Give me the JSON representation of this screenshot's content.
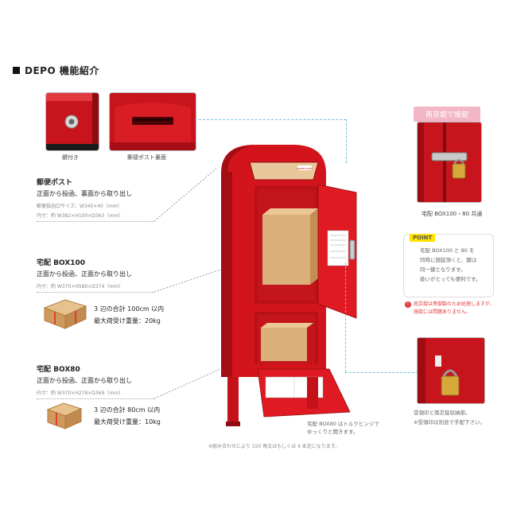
{
  "header": {
    "title": "DEPO 機能紹介"
  },
  "top_thumbs": {
    "lock_caption": "鍵付き",
    "back_caption": "郵便ポスト裏面"
  },
  "post": {
    "heading": "郵便ポスト",
    "sub": "正面から投函、裏面から取り出し",
    "line1": "郵便投函口サイズ：W340×40（mm）",
    "line2": "内寸：約 W382×H100×D363（mm）"
  },
  "box100": {
    "heading": "宅配 BOX100",
    "sub": "正面から投函、正面から取り出し",
    "line1": "内寸：約 W370×H580×D374（mm）",
    "spec1": "3 辺の合計 100cm 以内",
    "spec2": "最大荷受け重量：20kg"
  },
  "box80": {
    "heading": "宅配 BOX80",
    "sub": "正面から投函、正面から取り出し",
    "line1": "内寸：約 W370×H278×D369（mm）",
    "spec1": "3 辺の合計 80cm 以内",
    "spec2": "最大荷受け重量：10kg"
  },
  "right": {
    "padlock_label": "南京錠で施錠",
    "padlock_caption": "宅配 BOX100・80 共通",
    "point_tag": "POINT",
    "point_l1": "宅配 BOX100 と 80 を",
    "point_l2": "同時に施錠頂くと、鍵は",
    "point_l3": "同一鍵となります。",
    "point_l4": "扱いがとっても便利です。",
    "warn_l1": "南京錠は貴御製のため処理しますが、",
    "warn_l2": "施錠には問題ありません。",
    "inner_l1": "受領印と南京錠収納部。",
    "inner_l2": "※受領印は別途で手配下さい。"
  },
  "center": {
    "hinge_l1": "宅配 BOX80 はトルクヒンジで",
    "hinge_l2": "ゆっくりと開きます。",
    "footnote": "※組み合わせにより 150 角又はもしくは 4 本足になります。",
    "brand": "GREEN DEPO"
  },
  "colors": {
    "body_red": "#d4141c",
    "dark_red": "#a30d13",
    "cardboard": "#dcb07a",
    "accent_blue": "#6fc3e8"
  }
}
